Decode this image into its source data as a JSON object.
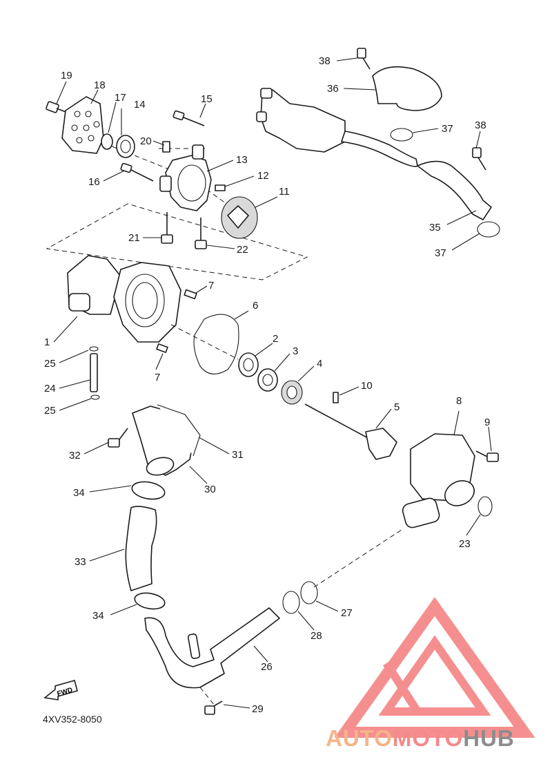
{
  "diagram": {
    "code": "4XV352-8050",
    "fwd_label": "FWD",
    "callouts": [
      {
        "n": "1"
      },
      {
        "n": "2"
      },
      {
        "n": "3"
      },
      {
        "n": "4"
      },
      {
        "n": "5"
      },
      {
        "n": "6"
      },
      {
        "n": "7"
      },
      {
        "n": "7"
      },
      {
        "n": "8"
      },
      {
        "n": "9"
      },
      {
        "n": "10"
      },
      {
        "n": "11"
      },
      {
        "n": "12"
      },
      {
        "n": "13"
      },
      {
        "n": "14"
      },
      {
        "n": "15"
      },
      {
        "n": "16"
      },
      {
        "n": "17"
      },
      {
        "n": "18"
      },
      {
        "n": "19"
      },
      {
        "n": "20"
      },
      {
        "n": "21"
      },
      {
        "n": "22"
      },
      {
        "n": "23"
      },
      {
        "n": "24"
      },
      {
        "n": "25"
      },
      {
        "n": "25"
      },
      {
        "n": "26"
      },
      {
        "n": "27"
      },
      {
        "n": "28"
      },
      {
        "n": "29"
      },
      {
        "n": "30"
      },
      {
        "n": "31"
      },
      {
        "n": "32"
      },
      {
        "n": "33"
      },
      {
        "n": "34"
      },
      {
        "n": "34"
      },
      {
        "n": "35"
      },
      {
        "n": "36"
      },
      {
        "n": "37"
      },
      {
        "n": "37"
      },
      {
        "n": "38"
      },
      {
        "n": "38"
      }
    ]
  },
  "watermark": {
    "part1": "AUTO",
    "part2": "MOTO",
    "part3": "HUB",
    "colors": {
      "auto": "#f5b48a",
      "moto": "#f48a8a",
      "hub": "#8c8c8c",
      "logo": "#f47c7c"
    }
  }
}
